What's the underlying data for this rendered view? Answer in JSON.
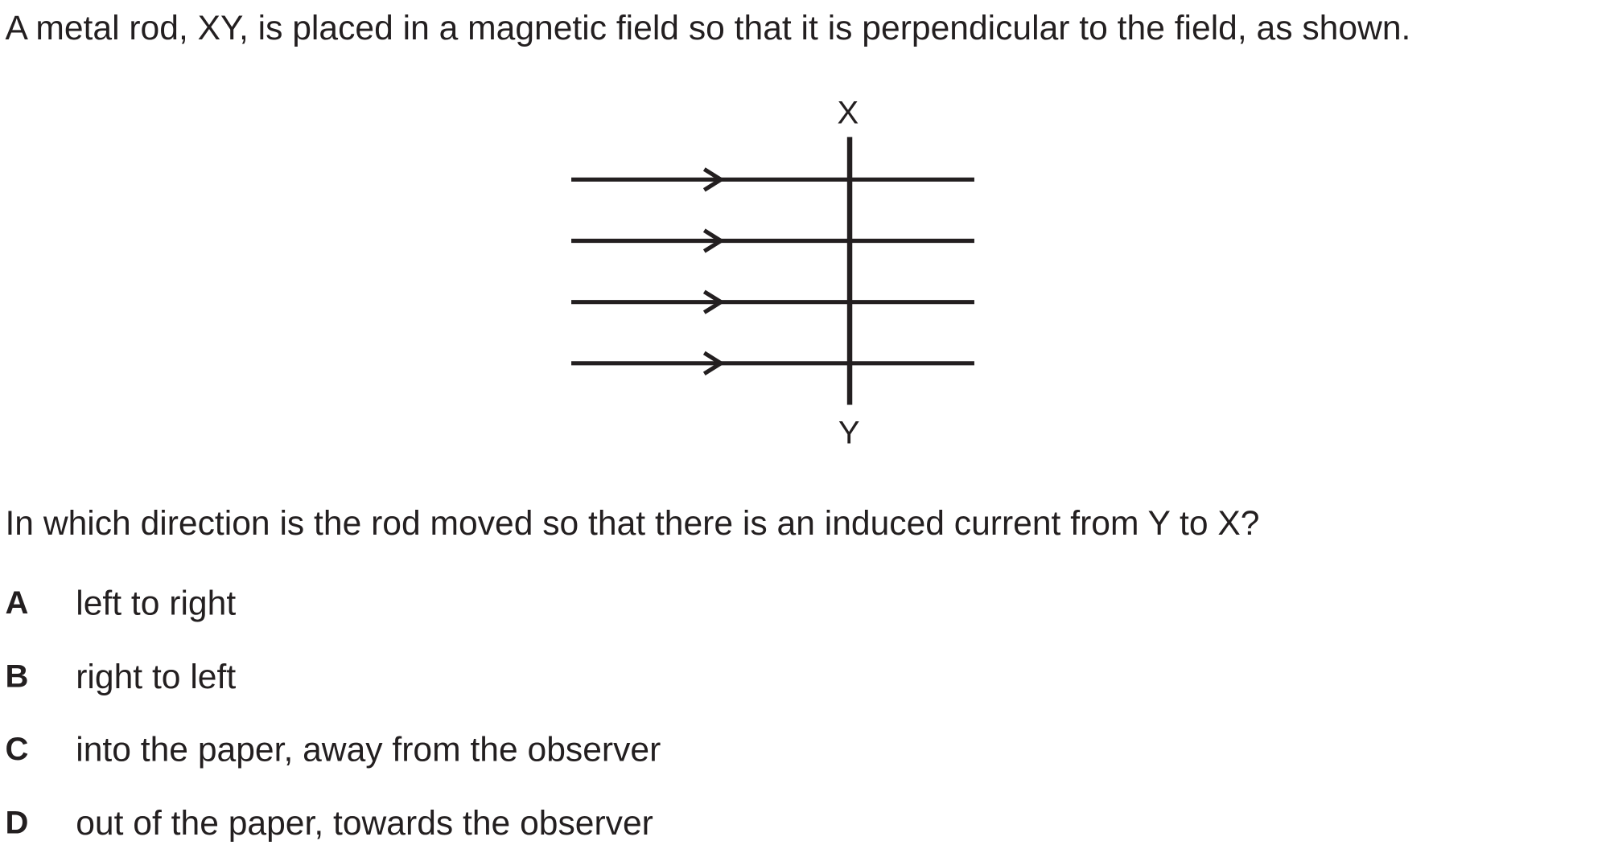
{
  "question": {
    "intro": "A metal rod, XY, is placed in a magnetic field so that it is perpendicular to the field, as shown.",
    "prompt": "In which direction is the rod moved so that there is an induced current from Y to X?"
  },
  "diagram": {
    "label_top": "X",
    "label_bottom": "Y",
    "field_line_count": 4
  },
  "options": [
    {
      "letter": "A",
      "text": "left to right"
    },
    {
      "letter": "B",
      "text": "right to left"
    },
    {
      "letter": "C",
      "text": "into the paper, away from the observer"
    },
    {
      "letter": "D",
      "text": "out of the paper, towards the observer"
    }
  ]
}
